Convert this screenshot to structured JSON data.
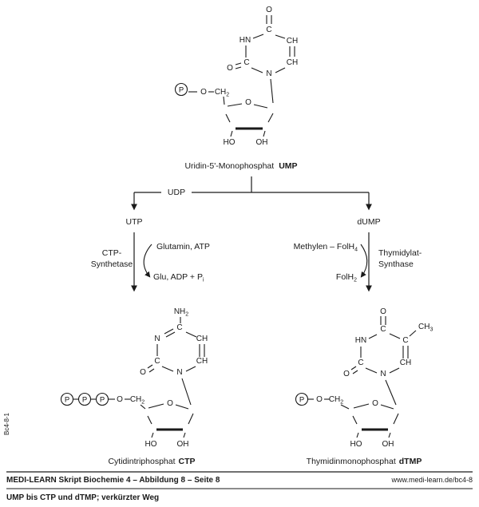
{
  "side_code": "Bc4-8-1",
  "atoms": {
    "O": "O",
    "HN": "HN",
    "N": "N",
    "C": "C",
    "CH": "CH",
    "NH": "NH",
    "HO": "HO",
    "OH": "OH",
    "P": "P",
    "sub2": "2",
    "sub3": "3",
    "sub4": "4",
    "subi": "i"
  },
  "pathway": {
    "ump_caption": "Uridin-5'-Monophosphat",
    "ump_abbr": "UMP",
    "udp": "UDP",
    "utp": "UTP",
    "dump": "dUMP",
    "left_enzyme_line1": "CTP-",
    "left_enzyme_line2": "Synthetase",
    "left_substrate": "Glutamin, ATP",
    "left_product": "Glu, ADP + P",
    "right_substrate": "Methylen – FolH",
    "right_product": "FolH",
    "right_enzyme_line1": "Thymidylat-",
    "right_enzyme_line2": "Synthase",
    "ctp_caption": "Cytidintriphosphat",
    "ctp_abbr": "CTP",
    "dtmp_caption": "Thymidinmonophosphat",
    "dtmp_abbr": "dTMP"
  },
  "footer": {
    "source": "MEDI-LEARN Skript Biochemie 4 – Abbildung 8 – Seite 8",
    "url": "www.medi-learn.de/bc4-8",
    "caption": "UMP bis CTP und dTMP; verkürzter Weg"
  }
}
